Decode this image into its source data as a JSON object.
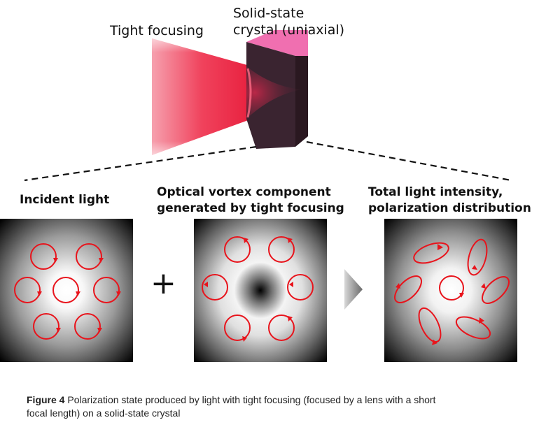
{
  "top": {
    "beam_label": "Tight focusing",
    "crystal_label_line1": "Solid-state",
    "crystal_label_line2": "crystal (uniaxial)"
  },
  "panels": [
    {
      "header_line1": "Incident light",
      "header_line2": ""
    },
    {
      "header_line1": "Optical vortex component",
      "header_line2": "generated by tight focusing"
    },
    {
      "header_line1": "Total light intensity,",
      "header_line2": "polarization distribution"
    }
  ],
  "operators": {
    "plus": "+"
  },
  "caption": {
    "label": "Figure 4",
    "text_line1": "Polarization state produced by light with tight focusing (focused by a lens with a short",
    "text_line2": "focal length) on a solid-state crystal"
  },
  "colors": {
    "beam": "#f0324f",
    "crystal_face": "#3a2430",
    "crystal_top": "#f06fb0",
    "polarization_marker": "#e8141c"
  }
}
